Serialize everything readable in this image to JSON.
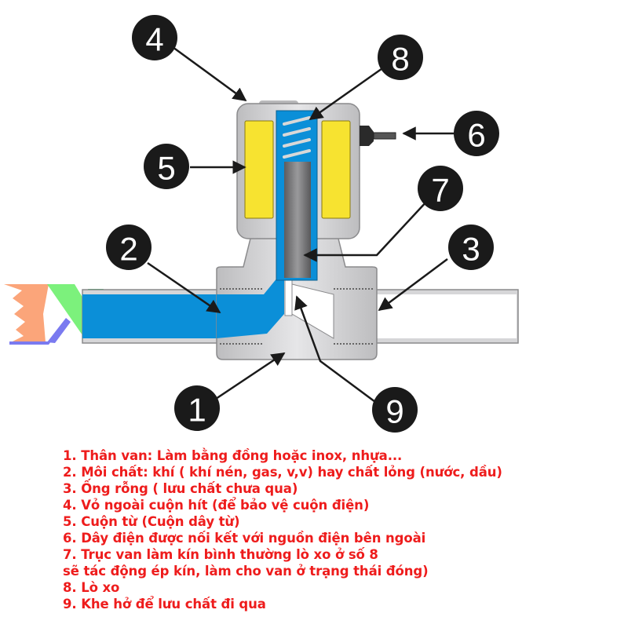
{
  "diagram": {
    "title": "Solenoid valve cross-section",
    "colors": {
      "body_gray": "#c9c9cb",
      "coil_yellow": "#f7e330",
      "fluid_blue": "#0b8fd8",
      "plunger_gray": "#7a7a7c",
      "badge_black": "#1a1a1a",
      "legend_red": "#ee1c1c"
    },
    "badges": [
      {
        "number": "1",
        "part": "valve-body"
      },
      {
        "number": "2",
        "part": "fluid-medium"
      },
      {
        "number": "3",
        "part": "empty-pipe"
      },
      {
        "number": "4",
        "part": "coil-housing"
      },
      {
        "number": "5",
        "part": "magnetic-coil"
      },
      {
        "number": "6",
        "part": "electrical-wire"
      },
      {
        "number": "7",
        "part": "plunger"
      },
      {
        "number": "8",
        "part": "spring"
      },
      {
        "number": "9",
        "part": "flow-gap"
      }
    ]
  },
  "legend": {
    "lines": [
      "1. Thân van: Làm bằng đồng hoặc inox, nhựa...",
      "2. Môi chất: khí ( khí nén, gas, v,v) hay chất lỏng (nước, dầu)",
      "3. Ống rỗng ( lưu chất chưa qua)",
      "4. Vỏ ngoài cuộn hít (để bảo vệ cuộn điện)",
      "5. Cuộn từ (Cuộn dây từ)",
      "6. Dây điện được nối kết với nguồn điện bên ngoài",
      "7. Trục van làm kín bình thường lò xo ở số 8",
      "sẽ tác động ép kín, làm cho van ở trạng thái đóng)",
      "8. Lò xo",
      "9. Khe hở để lưu chất đi qua"
    ]
  }
}
